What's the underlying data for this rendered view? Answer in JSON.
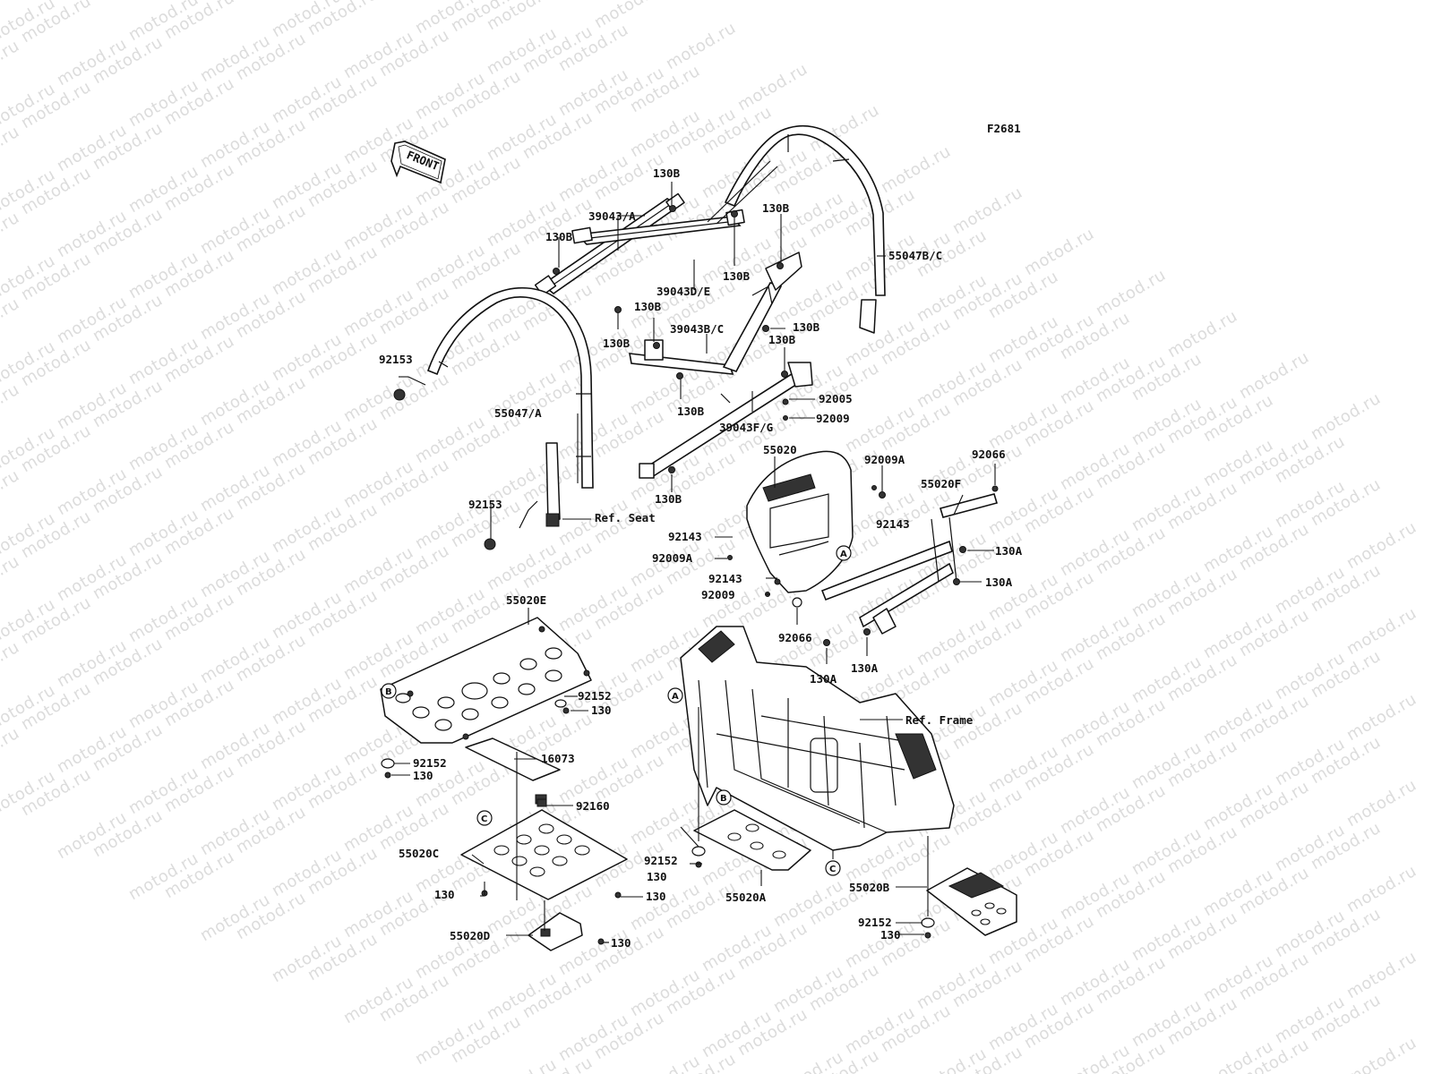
{
  "figure_code": "F2681",
  "front_label": "FRONT",
  "watermark": "motod.ru",
  "labels": {
    "l130b_1": "130B",
    "l39043a": "39043/A",
    "l130b_2": "130B",
    "l130b_3": "130B",
    "l130b_4": "130B",
    "l39043de": "39043D/E",
    "l55047bc": "55047B/C",
    "l130b_5": "130B",
    "l130b_6": "130B",
    "l39043bc": "39043B/C",
    "l130b_7": "130B",
    "l130b_8": "130B",
    "l92153_1": "92153",
    "l130b_9": "130B",
    "l92005": "92005",
    "l92009_1": "92009",
    "l55047a": "55047/A",
    "l39043fg": "39043F/G",
    "l55020": "55020",
    "l92009a_1": "92009A",
    "l92066_1": "92066",
    "l130b_10": "130B",
    "l55020f": "55020F",
    "l92153_2": "92153",
    "lrefseat": "Ref. Seat",
    "l92143_1": "92143",
    "l92143_2": "92143",
    "l92009a_2": "92009A",
    "l130a_1": "130A",
    "l92143_3": "92143",
    "l130a_2": "130A",
    "l92009_2": "92009",
    "l55020e": "55020E",
    "l92066_2": "92066",
    "l130a_3": "130A",
    "l130a_4": "130A",
    "l92152_1": "92152",
    "l130_1": "130",
    "lrefframe": "Ref. Frame",
    "l92152_2": "92152",
    "l16073": "16073",
    "l130_2": "130",
    "l92160": "92160",
    "l92152_3": "92152",
    "l55020c": "55020C",
    "l130_3": "130",
    "l130_4": "130",
    "l130_5": "130",
    "l55020a": "55020A",
    "l55020b": "55020B",
    "l92152_4": "92152",
    "l55020d": "55020D",
    "l130_6": "130",
    "l130_7": "130"
  },
  "callouts": {
    "a1": "A",
    "a2": "A",
    "b1": "B",
    "b2": "B",
    "c1": "C",
    "c2": "C"
  }
}
